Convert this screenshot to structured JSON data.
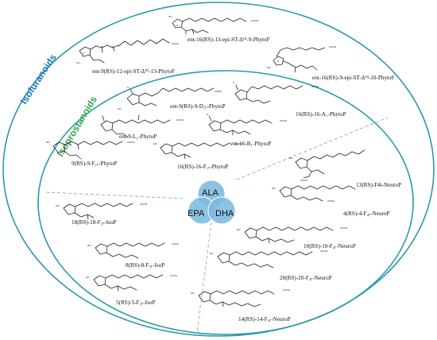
{
  "sections": {
    "outer": {
      "label": "Isofuranoids",
      "color": "#1f78c4"
    },
    "inner": {
      "label": "Isoprostanoids",
      "color": "#2ea34a"
    }
  },
  "colors": {
    "ring": "#2a9aa8",
    "divider": "#5aaec9",
    "venn_fill": "#7ab7df"
  },
  "venn": {
    "top": "ALA",
    "left": "EPA",
    "right": "DHA"
  },
  "compounds": {
    "phytof_13": "ent-16(RS)-13-epi-ST-Δ¹⁴-9-PhytoF",
    "phytof_12": "ent-9(RS)-12-epi-ST-Δ¹⁰-13-PhytoF",
    "phytof_9": "ent-16(RS)-9-epi-ST-Δ¹⁴-10-PhytoF",
    "d1_phytop": "ent-9(RS)-9-D₁ₜ-PhytoP",
    "a1_phytop": "16(RS)-16-A₁-PhytoP",
    "l1_phytop": "ent-9-L₁-PhytoP",
    "b1_phytop": "ent-16-B₁-PhytoP",
    "f1t_9": "9(RS)-9-F₁ₜ-PhytoP",
    "f1t_16": "16(RS)-16-F₁ₜ-PhytoP",
    "f4t_13": "13(RS)-F4t-NeuroP",
    "f4t_4": "4(RS)-4-F₄ₜ-NeuroP",
    "isop_18": "18(RS)-18-F₃ₜ-IsoP",
    "isop_8": "8(RS)-8-F₃ₜ-IsoP",
    "isop_5": "5(RS)-5-F₃ₜ-IsoP",
    "f4t_10": "10(RS)-10-F₄ₜ-NeuroP",
    "f4t_20": "20(RS)-20-F₄ₜ-NeuroP",
    "f4t_14": "14(RS)-14-F₄ₜ-NeuroP"
  },
  "atoms": {
    "cooh": "COOH",
    "oh": "OH",
    "ho": "HO",
    "o": "O"
  }
}
